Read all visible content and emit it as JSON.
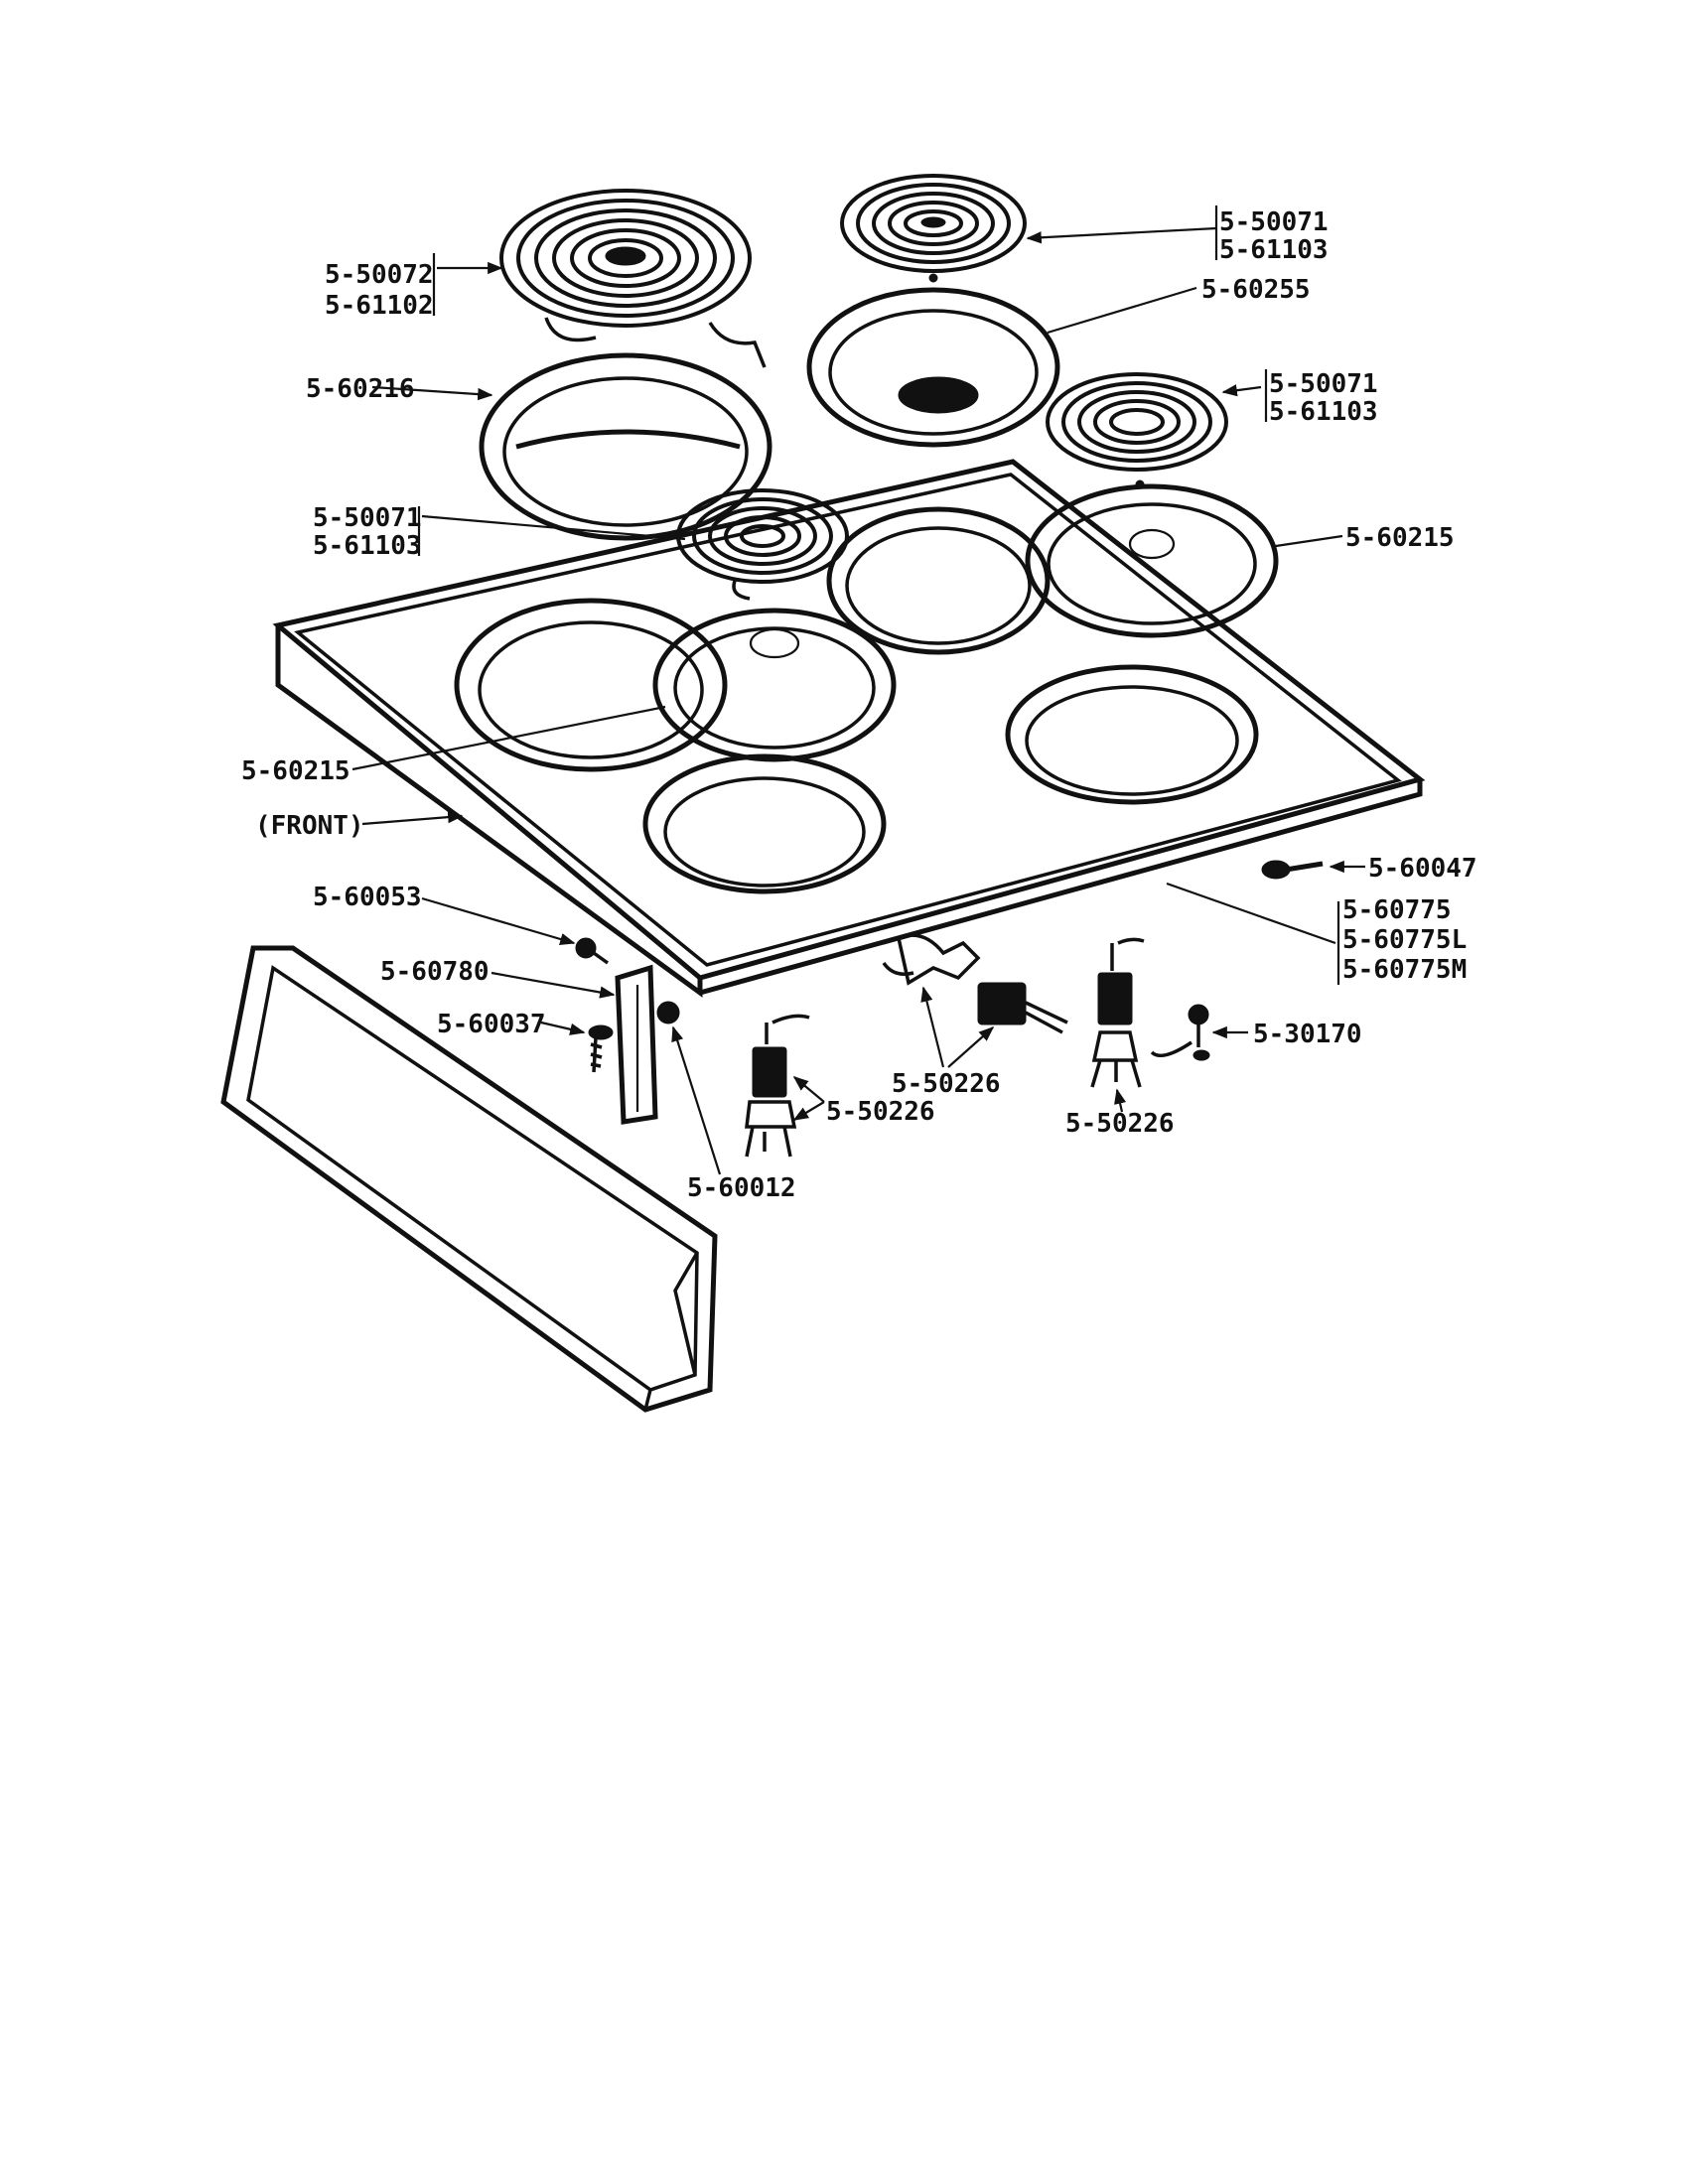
{
  "labels": {
    "coil_large_a": "5-50072",
    "coil_large_b": "5-61102",
    "coil_top_a": "5-50071",
    "coil_top_b": "5-61103",
    "pan_large": "5-60216",
    "pan_top": "5-60255",
    "coil_right_a": "5-50071",
    "coil_right_b": "5-61103",
    "coil_mid_a": "5-50071",
    "coil_mid_b": "5-61103",
    "ring_right": "5-60215",
    "ring_front": "5-60215",
    "front": "(FRONT)",
    "screw_right": "5-60047",
    "top_a": "5-60775",
    "top_b": "5-60775L",
    "top_c": "5-60775M",
    "hinge_screw": "5-60053",
    "bracket": "5-60780",
    "screw_small": "5-60037",
    "bumper": "5-60012",
    "receptacle_left": "5-50226",
    "receptacle_mid": "5-50226",
    "receptacle_right": "5-50226",
    "ground_screw": "5-30170"
  }
}
